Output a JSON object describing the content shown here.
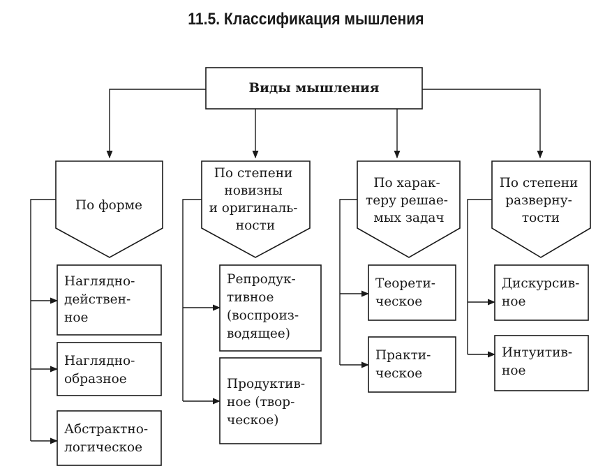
{
  "title": "11.5. Классификация мышления",
  "root": {
    "label": "Виды мышления"
  },
  "categories": [
    {
      "label_lines": [
        "По форме"
      ],
      "items": [
        {
          "lines": [
            "Наглядно-",
            "действен-",
            "ное"
          ]
        },
        {
          "lines": [
            "Наглядно-",
            "образное"
          ]
        },
        {
          "lines": [
            "Абстрактно-",
            "логическое"
          ]
        }
      ]
    },
    {
      "label_lines": [
        "По степени",
        "новизны",
        "и оригиналь-",
        "ности"
      ],
      "items": [
        {
          "lines": [
            "Репродук-",
            "тивное",
            "(воспроиз-",
            "водящее)"
          ]
        },
        {
          "lines": [
            "Продуктив-",
            "ное (твор-",
            "ческое)"
          ]
        }
      ]
    },
    {
      "label_lines": [
        "По харак-",
        "теру решае-",
        "мых задач"
      ],
      "items": [
        {
          "lines": [
            "Теорети-",
            "ческое"
          ]
        },
        {
          "lines": [
            "Практи-",
            "ческое"
          ]
        }
      ]
    },
    {
      "label_lines": [
        "По степени",
        "разверну-",
        "тости"
      ],
      "items": [
        {
          "lines": [
            "Дискурсив-",
            "ное"
          ]
        },
        {
          "lines": [
            "Интуитив-",
            "ное"
          ]
        }
      ]
    }
  ],
  "colors": {
    "stroke": "#1a1a1a",
    "background": "#ffffff"
  }
}
